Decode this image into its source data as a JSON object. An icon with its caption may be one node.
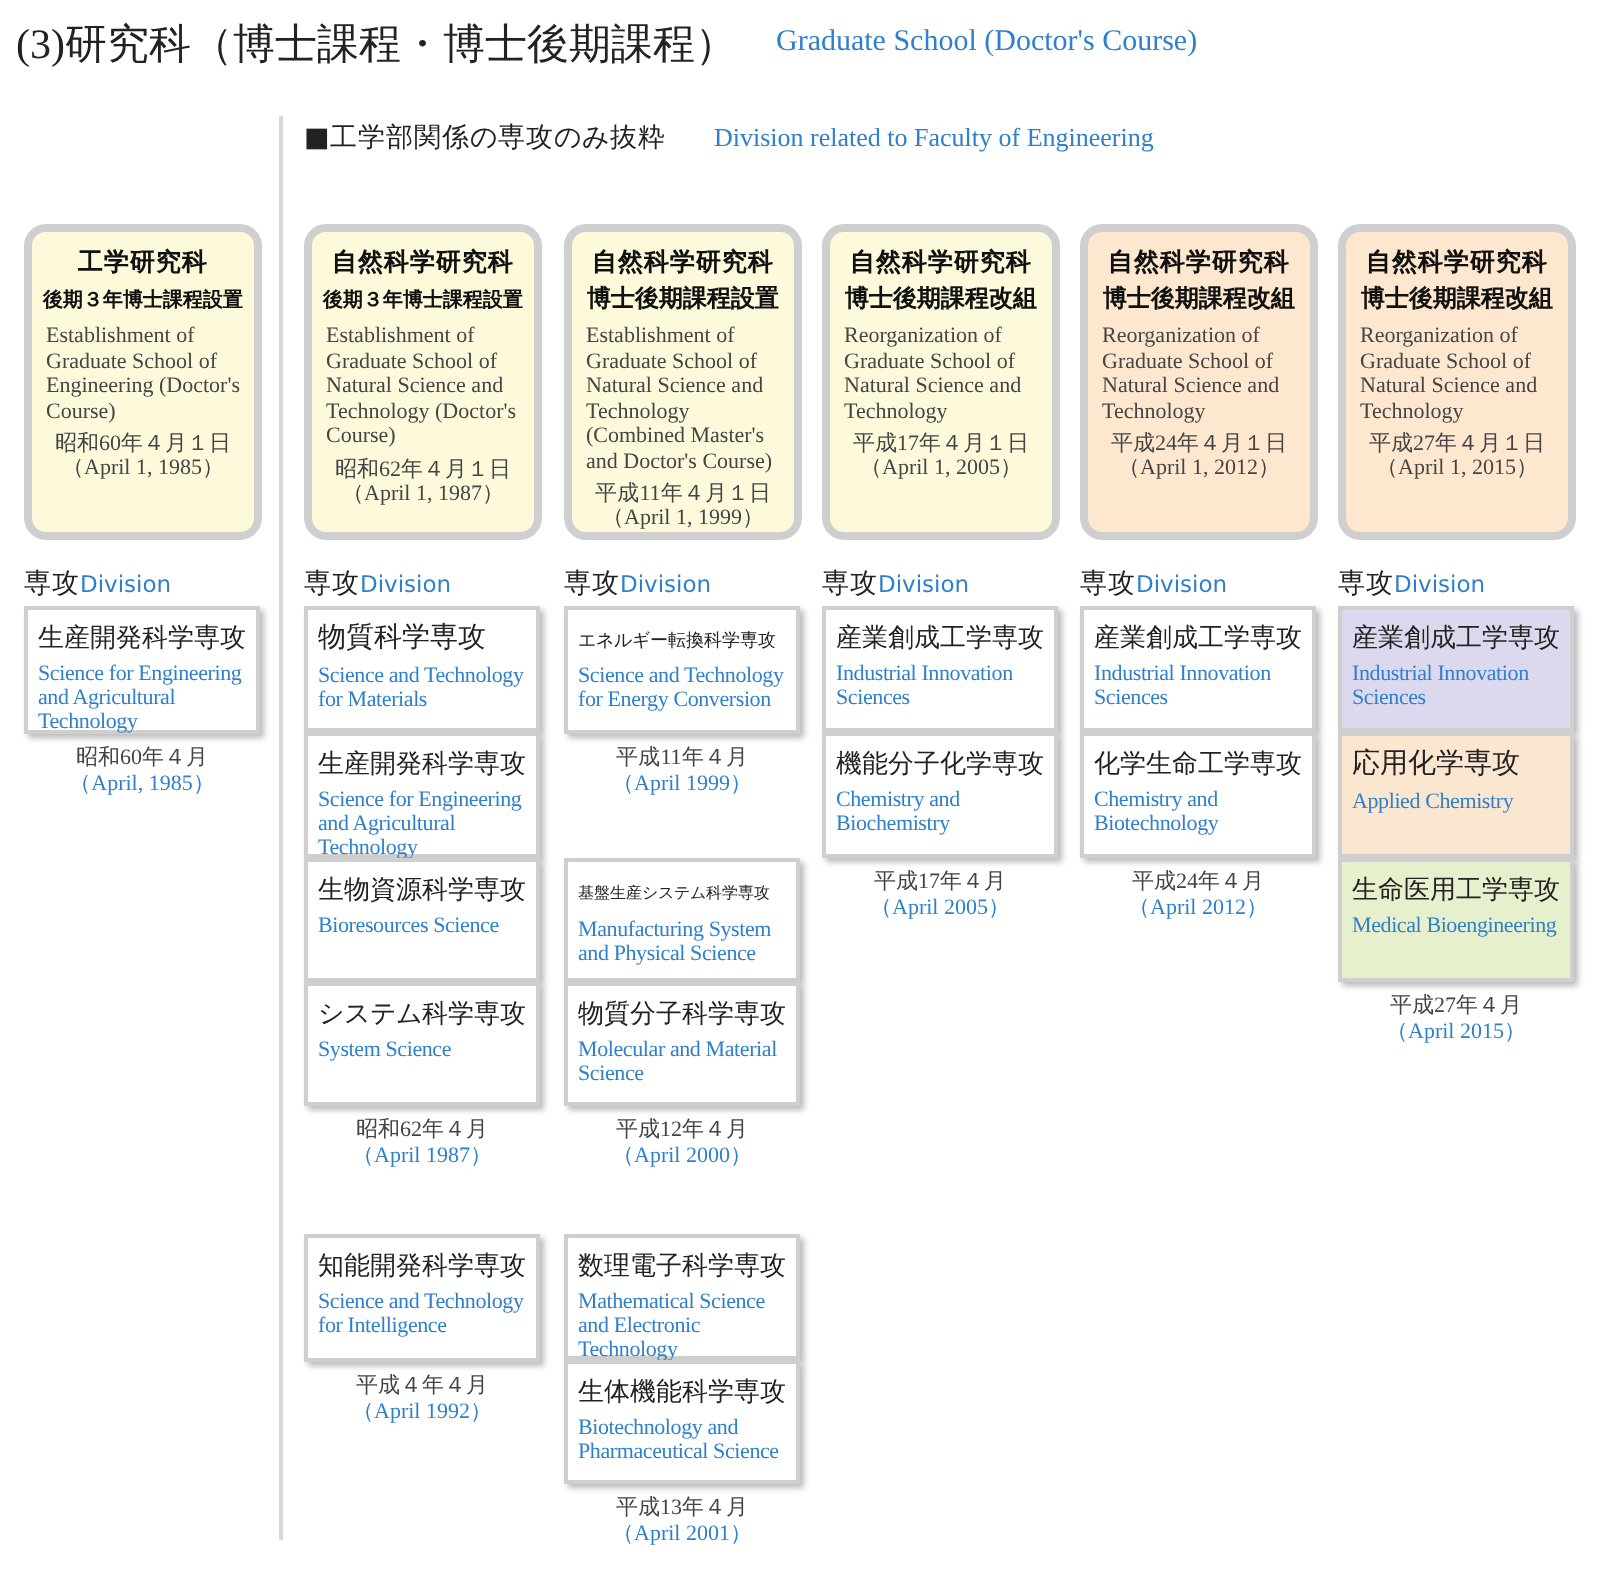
{
  "diagram": {
    "title": "(3)研究科（博士課程・博士後期課程）",
    "nodes": [
      {
        "text": [
          "工学研究科",
          "後期３年博士課程設置",
          "Establishment of Graduate School of Engineering (Doctor's Course)",
          "昭和60年４月１日",
          "（April 1, 1985）"
        ]
      },
      {
        "text": [
          "自然科学研究科",
          "後期３年博士課程設置",
          "Establishment of Graduate School of Natural Science and Technology (Doctor's Course)",
          "昭和62年４月１日",
          "（April 1, 1987）"
        ]
      },
      {
        "text": [
          "自然科学研究科",
          "博士後期課程設置",
          "Establishment of Graduate School of Natural Science and Technology (Combined Master's and Doctor's Course)",
          "平成11年４月１日",
          "（April 1, 1999）"
        ]
      },
      {
        "text": [
          "自然科学研究科",
          "博士後期課程改組",
          "Reorganization of Graduate School of Natural Science and Technology",
          "平成17年４月１日",
          "（April 1, 2005）"
        ]
      },
      {
        "text": [
          "自然科学研究科",
          "博士後期課程改組",
          "Reorganization of Graduate School of Natural Science and Technology",
          "平成24年４月１日",
          "（April 1, 2012）"
        ]
      },
      {
        "text": [
          "自然科学研究科",
          "博士後期課程改組",
          "Reorganization of Graduate School of Natural Science and Technology",
          "平成27年４月１日",
          "（April 1, 2015）"
        ]
      },
      {
        "text": [
          "生産開発科学専攻",
          "Science for Engineering and Agricultural Technology"
        ],
        "beside": [
          "昭和60年４月",
          "（April, 1985）"
        ]
      },
      {
        "text": [
          "物質科学専攻",
          "Science and Technology for Materials"
        ]
      },
      {
        "text": [
          "生産開発科学専攻",
          "Science for Engineering and Agricultural Technology"
        ]
      },
      {
        "text": [
          "生物資源科学専攻",
          "Bioresources Science"
        ]
      },
      {
        "text": [
          "システム科学専攻",
          "System Science"
        ],
        "beside": [
          "昭和62年４月",
          "（April 1987）"
        ]
      },
      {
        "text": [
          "エネルギー転換科学専攻",
          "Science and Technology for Energy Conversion"
        ],
        "beside": [
          "平成11年４月",
          "（April 1999）"
        ]
      },
      {
        "text": [
          "基盤生産システム科学専攻",
          "Manufacturing System and Physical Science"
        ]
      },
      {
        "text": [
          "物質分子科学専攻",
          "Molecular and Material Science"
        ],
        "beside": [
          "平成12年４月",
          "（April 2000）"
        ]
      },
      {
        "text": [
          "産業創成工学専攻",
          "Industrial Innovation Sciences"
        ]
      },
      {
        "text": [
          "機能分子化学専攻",
          "Chemistry and Biochemistry"
        ],
        "beside": [
          "平成17年４月",
          "（April 2005）"
        ]
      },
      {
        "text": [
          "産業創成工学専攻",
          "Industrial Innovation Sciences"
        ]
      },
      {
        "text": [
          "化学生命工学専攻",
          "Chemistry and Biotechnology"
        ],
        "beside": [
          "平成24年４月",
          "（April 2012）"
        ]
      },
      {
        "text": [
          "産業創成工学専攻",
          "Industrial Innovation Sciences"
        ]
      },
      {
        "text": [
          "応用化学専攻",
          "Applied Chemistry"
        ]
      },
      {
        "text": [
          "生命医用工学専攻",
          "Medical Bioengineering"
        ],
        "beside": [
          "平成27年４月",
          "（April 2015）"
        ]
      },
      {
        "text": [
          "知能開発科学専攻",
          "Science and Technology for Intelligence"
        ],
        "beside": [
          "平成４年４月",
          "（April 1992）"
        ]
      },
      {
        "text": [
          "数理電子科学専攻",
          "Mathematical Science and Electronic Technology"
        ]
      },
      {
        "text": [
          "生体機能科学専攻",
          "Biotechnology and Pharmaceutical Science"
        ],
        "beside": [
          "平成13年４月",
          "（April 2001）"
        ]
      }
    ],
    "labels": [
      "Graduate School (Doctor's Course)",
      "■工学部関係の専攻のみ抜粋",
      "Division related to Faculty of Engineering",
      "専攻",
      "Division",
      "専攻",
      "Division",
      "専攻",
      "Division",
      "専攻",
      "Division",
      "専攻",
      "Division",
      "専攻",
      "Division"
    ]
  }
}
